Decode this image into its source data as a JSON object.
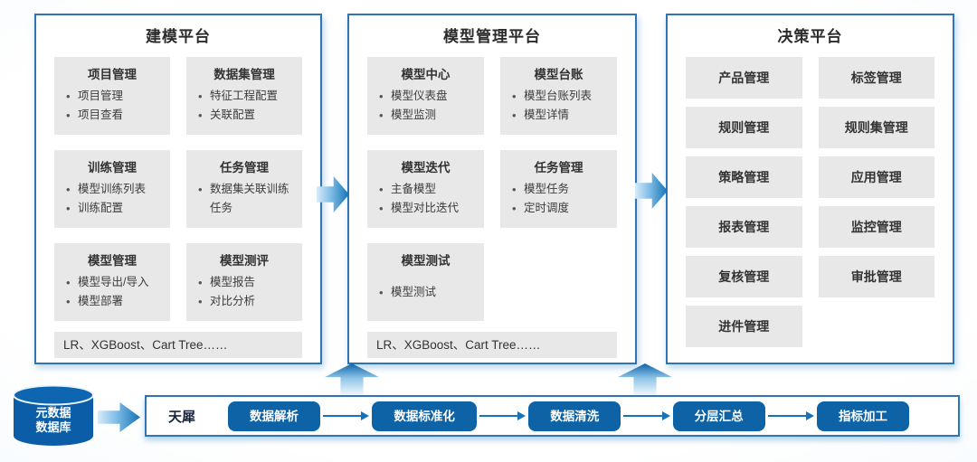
{
  "colors": {
    "border_blue": "#2e75b6",
    "button_blue": "#0d63a5",
    "cylinder_blue": "#0a5da6",
    "card_gray": "#e8e8e8",
    "arrow_blue": "#1473b8"
  },
  "platforms": [
    {
      "title": "建模平台",
      "cards": [
        {
          "title": "项目管理",
          "items": [
            "项目管理",
            "项目查看"
          ]
        },
        {
          "title": "数据集管理",
          "items": [
            "特征工程配置",
            "关联配置"
          ]
        },
        {
          "title": "训练管理",
          "items": [
            "模型训练列表",
            "训练配置"
          ]
        },
        {
          "title": "任务管理",
          "items": [
            "数据集关联训练任务"
          ]
        },
        {
          "title": "模型管理",
          "items": [
            "模型导出/导入",
            "模型部署"
          ]
        },
        {
          "title": "模型测评",
          "items": [
            "模型报告",
            "对比分析"
          ]
        }
      ],
      "footer": "LR、XGBoost、Cart Tree……"
    },
    {
      "title": "模型管理平台",
      "cards": [
        {
          "title": "模型中心",
          "items": [
            "模型仪表盘",
            "模型监测"
          ]
        },
        {
          "title": "模型台账",
          "items": [
            "模型台账列表",
            "模型详情"
          ]
        },
        {
          "title": "模型迭代",
          "items": [
            "主备模型",
            "模型对比迭代"
          ]
        },
        {
          "title": "任务管理",
          "items": [
            "模型任务",
            "定时调度"
          ]
        },
        {
          "title": "模型测试",
          "items": [
            "模型测试"
          ]
        }
      ],
      "footer": "LR、XGBoost、Cart Tree……"
    },
    {
      "title": "决策平台",
      "tiles": [
        "产品管理",
        "标签管理",
        "规则管理",
        "规则集管理",
        "策略管理",
        "应用管理",
        "报表管理",
        "监控管理",
        "复核管理",
        "审批管理",
        "进件管理"
      ]
    }
  ],
  "datasource": {
    "line1": "元数据",
    "line2": "数据库"
  },
  "pipeline": {
    "label": "天犀",
    "steps": [
      "数据解析",
      "数据标准化",
      "数据清洗",
      "分层汇总",
      "指标加工"
    ]
  }
}
